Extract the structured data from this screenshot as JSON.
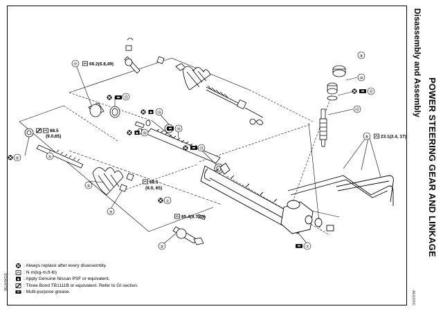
{
  "page": {
    "title": "POWER STEERING GEAR AND LINKAGE",
    "subtitle": "Disassembly and Assembly",
    "left_code": "SGIA0479E",
    "right_code": "AEG000C"
  },
  "callouts": [
    {
      "id": "1",
      "label": "①"
    },
    {
      "id": "2",
      "label": "②"
    },
    {
      "id": "3",
      "label": "③"
    },
    {
      "id": "4",
      "label": "④"
    },
    {
      "id": "5",
      "label": "⑤"
    },
    {
      "id": "6",
      "label": "⑥"
    },
    {
      "id": "7",
      "label": "⑦"
    },
    {
      "id": "8",
      "label": "⑧"
    },
    {
      "id": "9",
      "label": "⑨"
    },
    {
      "id": "10",
      "label": "⑩"
    },
    {
      "id": "11",
      "label": "⑪"
    },
    {
      "id": "12",
      "label": "⑫"
    },
    {
      "id": "13",
      "label": "⑬"
    },
    {
      "id": "14",
      "label": "⑭"
    },
    {
      "id": "15",
      "label": "⑮"
    },
    {
      "id": "16",
      "label": "⑯"
    },
    {
      "id": "17",
      "label": "⑰"
    }
  ],
  "torques": {
    "t17": "66.2(6.8,49)",
    "t5a": "88.5",
    "t5b": "(9.0,65)",
    "t3a": "88.5",
    "t3b": "(9.0, 65)",
    "t2": "85.4(8.7,63)",
    "t8": "23.1(2.4, 17)"
  },
  "legend": [
    {
      "symbol": "replace-icon",
      "text": ": Always replace after every disassembly."
    },
    {
      "symbol": "torque-icon",
      "text": ": N·m(kg-m,ft-lb)"
    },
    {
      "symbol": "psf-icon",
      "text": ": Apply Genuine Nissan PSF  or equivalent."
    },
    {
      "symbol": "sealant-icon",
      "text": ": Three Bond TB1111B or equivalent. Refer to GI section."
    },
    {
      "symbol": "grease-icon",
      "text": ": Multi-purpose grease."
    }
  ],
  "grease_tag": "MP"
}
